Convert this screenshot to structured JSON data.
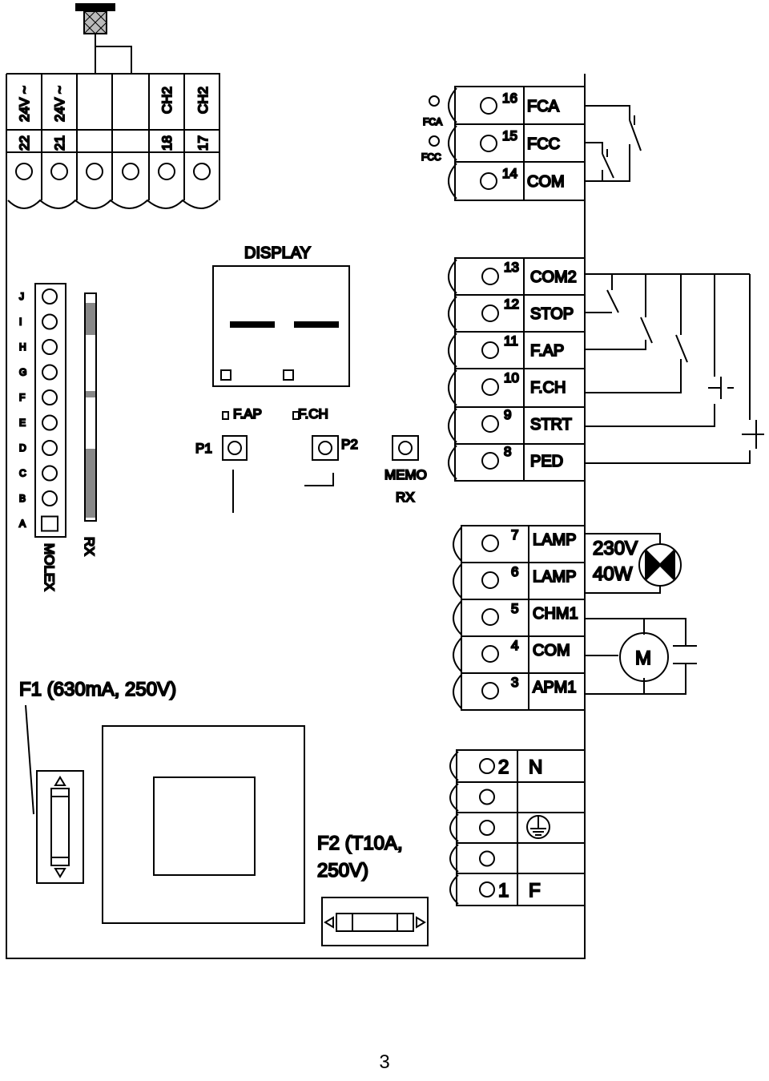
{
  "top_terminals": [
    {
      "num": "22",
      "label": "24V ~"
    },
    {
      "num": "21",
      "label": "24V ~"
    },
    {
      "num": "",
      "label": ""
    },
    {
      "num": "",
      "label": ""
    },
    {
      "num": "18",
      "label": "CH2"
    },
    {
      "num": "17",
      "label": "CH2"
    }
  ],
  "limit_terminals": [
    {
      "num": "16",
      "label": "FCA"
    },
    {
      "num": "15",
      "label": "FCC"
    },
    {
      "num": "14",
      "label": "COM"
    }
  ],
  "limit_leds": [
    "FCA",
    "FCC"
  ],
  "control_terminals": [
    {
      "num": "13",
      "label": "COM2"
    },
    {
      "num": "12",
      "label": "STOP"
    },
    {
      "num": "11",
      "label": "F.AP"
    },
    {
      "num": "10",
      "label": "F.CH"
    },
    {
      "num": "9",
      "label": "STRT"
    },
    {
      "num": "8",
      "label": "PED"
    }
  ],
  "output_terminals": [
    {
      "num": "7",
      "label": "LAMP"
    },
    {
      "num": "6",
      "label": "LAMP"
    },
    {
      "num": "5",
      "label": "CHM1"
    },
    {
      "num": "4",
      "label": "COM"
    },
    {
      "num": "3",
      "label": "APM1"
    }
  ],
  "power_terminals": [
    {
      "num": "2",
      "label": "N"
    },
    {
      "num": "",
      "label": ""
    },
    {
      "num": "",
      "label": ""
    },
    {
      "num": "",
      "label": ""
    },
    {
      "num": "1",
      "label": "F"
    }
  ],
  "lamp": {
    "voltage": "230V",
    "power": "40W"
  },
  "motor": {
    "label": "M"
  },
  "display": {
    "title": "DISPLAY"
  },
  "leds": {
    "fap": "F.AP",
    "fch": "F.CH"
  },
  "buttons": {
    "p1": "P1",
    "p2": "P2",
    "memo_line1": "MEMO",
    "memo_line2": "RX"
  },
  "molex": {
    "label": "MOLEX",
    "pins": [
      "J",
      "I",
      "H",
      "G",
      "F",
      "E",
      "D",
      "C",
      "B",
      "A"
    ]
  },
  "rx": {
    "label": "RX"
  },
  "fuse1": {
    "label": "F1 (630mA, 250V)"
  },
  "fuse2": {
    "line1": "F2 (T10A,",
    "line2": "250V)"
  },
  "page_number": "3"
}
